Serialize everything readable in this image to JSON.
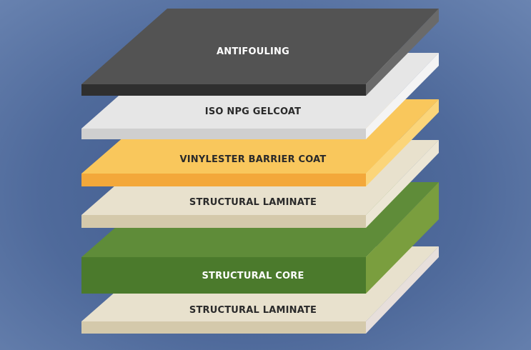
{
  "background_color": "#4f6a99",
  "layers": [
    {
      "label": "ANTIFOULING",
      "top_color": "#535353",
      "front_color": "#2f2f2f",
      "side_color": "#6a6a6a",
      "text_color": "#ffffff"
    },
    {
      "label": "ISO NPG GELCOAT",
      "top_color": "#e6e6e6",
      "front_color": "#cfcfcf",
      "side_color": "#f4f4f4",
      "text_color": "#2a2a2a"
    },
    {
      "label": "VINYLESTER BARRIER COAT",
      "top_color": "#f9c75c",
      "front_color": "#f3a83a",
      "side_color": "#fbd57a",
      "text_color": "#2a2a2a"
    },
    {
      "label": "STRUCTURAL LAMINATE",
      "top_color": "#e8e1cd",
      "front_color": "#d4c9ab",
      "side_color": "#ece6d5",
      "text_color": "#2a2a2a"
    },
    {
      "label": "STRUCTURAL CORE",
      "top_color": "#5f8c39",
      "front_color": "#4b7a2c",
      "side_color": "#7a9e3e",
      "text_color": "#ffffff"
    },
    {
      "label": "STRUCTURAL LAMINATE",
      "top_color": "#e8e1cd",
      "front_color": "#d4c9ab",
      "side_color": "#e7dfdb",
      "text_color": "#2a2a2a"
    }
  ]
}
